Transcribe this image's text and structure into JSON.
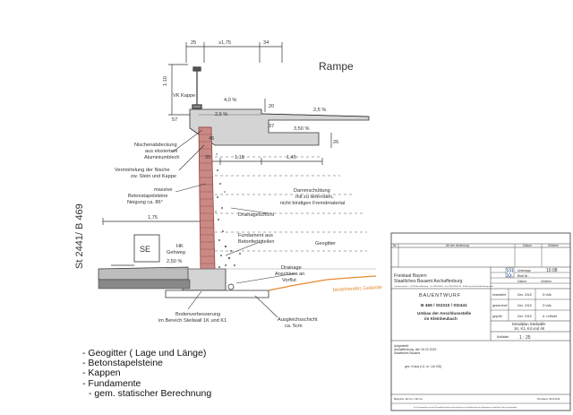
{
  "drawing": {
    "title": "Rampe",
    "vertical_label": "St 2441/ B 469",
    "se_label": "SE",
    "dimensions": {
      "d25_top": "25",
      "d175_top": "≥1,75",
      "d34": "34",
      "slope_110": "1:10",
      "d20": "20",
      "d37": "37",
      "d45": "45",
      "d26": "26",
      "d57": "57",
      "d35": "35",
      "d118": "1,18",
      "d145": "1,45",
      "d175_left": "1,75",
      "slope_40": "4,0 %",
      "slope_25a": "2,5 %",
      "slope_25b": "2,5 %",
      "slope_350": "3,50 %",
      "slope_25c": "2,50 %"
    },
    "labels": {
      "vk_kappe": "VK Kappe",
      "nischen": [
        "Nischenabdeckung",
        "aus eloxiertem",
        "Aluminiumblech"
      ],
      "vermoertelung": [
        "Vermörtelung der Nische",
        "zw. Stein und Kappe"
      ],
      "massive": [
        "massive",
        "Betonstapelsteine",
        "Neigung ca. 86°"
      ],
      "damm": [
        "Dammschüttung",
        "mit zu liefernden,",
        "nicht bindigen Fremdmaterial"
      ],
      "drainageschicht": "Drainageschicht",
      "fundament": [
        "Fundament aus",
        "Betonfertigteilen"
      ],
      "geogitter": "Geogitter",
      "hk": [
        "HK",
        "Gehweg"
      ],
      "drainage": [
        "Drainage",
        "Anschluss an",
        "Vorflut"
      ],
      "gelaende": "bestehendes Gelände",
      "bodenverbesserung": [
        "Bodenverbesserung",
        "im Bereich Steilwall 1K und K1"
      ],
      "ausgleich": [
        "Ausgleichsschicht",
        "ca. 5cm"
      ]
    }
  },
  "notes": [
    "Geogitter ( Lage und Länge)",
    "Betonstapelsteine",
    "Kappen",
    "Fundamente",
    "gem. statischer Berechnung"
  ],
  "title_block": {
    "head_nr": "Nr.",
    "head_art": "Art der Änderung",
    "head_datum": "Datum",
    "head_zeichen": "Zeichen",
    "office": [
      "Freistaat Bayern",
      "Staatliches Bauamt Aschaffenburg"
    ],
    "office_small": "Cornelienstraße 1 · 63739 Aschaffenburg · Tel. 06021/398-0 · Fax 06021/398-123 · E-Mail: poststelle@stbaab.bayern.de",
    "unterlage_label": "Unterlage",
    "unterlage_value": "10.08",
    "blatt_label": "Blatt Nr.:",
    "datum_label": "Datum",
    "zeichen_label": "Zeichen",
    "bearbeitet_label": "bearbeitet",
    "bearbeitet_date": "Dez. 2018",
    "bearbeitet_by": "D.Volk",
    "gezeichnet_label": "gezeichnet",
    "gezeichnet_date": "Dez. 2018",
    "gezeichnet_by": "D.Volk",
    "geprueft_label": "geprüft",
    "geprueft_date": "Dez. 2018",
    "geprueft_by": "A. Leithold",
    "bauentwurf": "BAUENTWURF",
    "road": "B 469 / St2310 / St2441",
    "project": [
      "Umbau der Anschlussstelle",
      "im Kleinheubach"
    ],
    "detail": [
      "Detailplan Steilwälle",
      "1K, K1, K4 und 4K"
    ],
    "massstab_label": "Maßstab",
    "massstab_value": "1 : 25",
    "aufgestellt": [
      "Aufgestellt:",
      "Aschaffenburg, den 10.02.2019",
      "Staatliches Bauamt"
    ],
    "signature_line": "gez. Kraus (i.A. m. Ltd. BD)",
    "footer_left": "Blattgröße: 420 mm x 594 mm",
    "footer_right": "Plot-Datum: 08.03.2019",
    "footer_copy": "Im Zusammenhang mit der Planung/Bauausführung Dienstleistung und Urheberrechte des Eigentümers vorbehalten Dritter nicht gestattet."
  },
  "colors": {
    "wall": "#c98a86",
    "wall_stroke": "#9c4d4b",
    "concrete": "#d4d4d4",
    "gelaende": "#e38a2f",
    "line": "#333333",
    "fill_gray": "#bdbdbd"
  }
}
